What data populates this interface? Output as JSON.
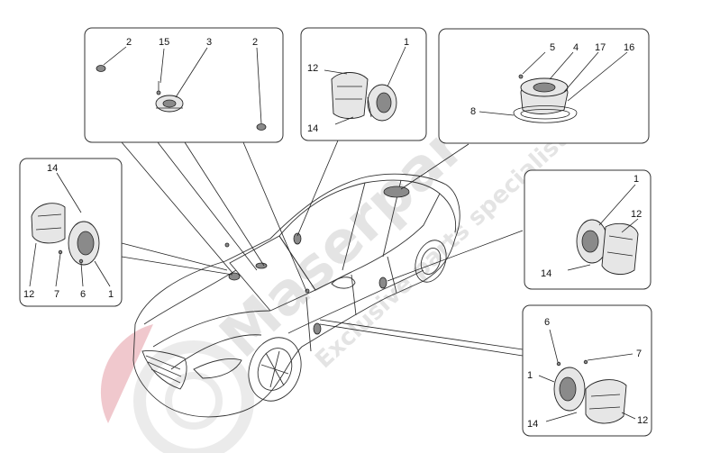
{
  "watermark": {
    "brand": "Maserparts",
    "tagline": "Exclusive parts specialist",
    "brand_color": "#c8102e"
  },
  "panels": {
    "top_left": {
      "callouts": [
        "2",
        "15",
        "3",
        "2"
      ]
    },
    "top_center": {
      "callouts": [
        "1",
        "12",
        "14"
      ]
    },
    "top_right": {
      "callouts": [
        "5",
        "4",
        "17",
        "16",
        "8"
      ]
    },
    "left": {
      "callouts": [
        "14",
        "12",
        "7",
        "6",
        "1"
      ]
    },
    "right_upper": {
      "callouts": [
        "1",
        "12",
        "14"
      ]
    },
    "right_lower": {
      "callouts": [
        "6",
        "7",
        "1",
        "14",
        "12"
      ]
    }
  }
}
